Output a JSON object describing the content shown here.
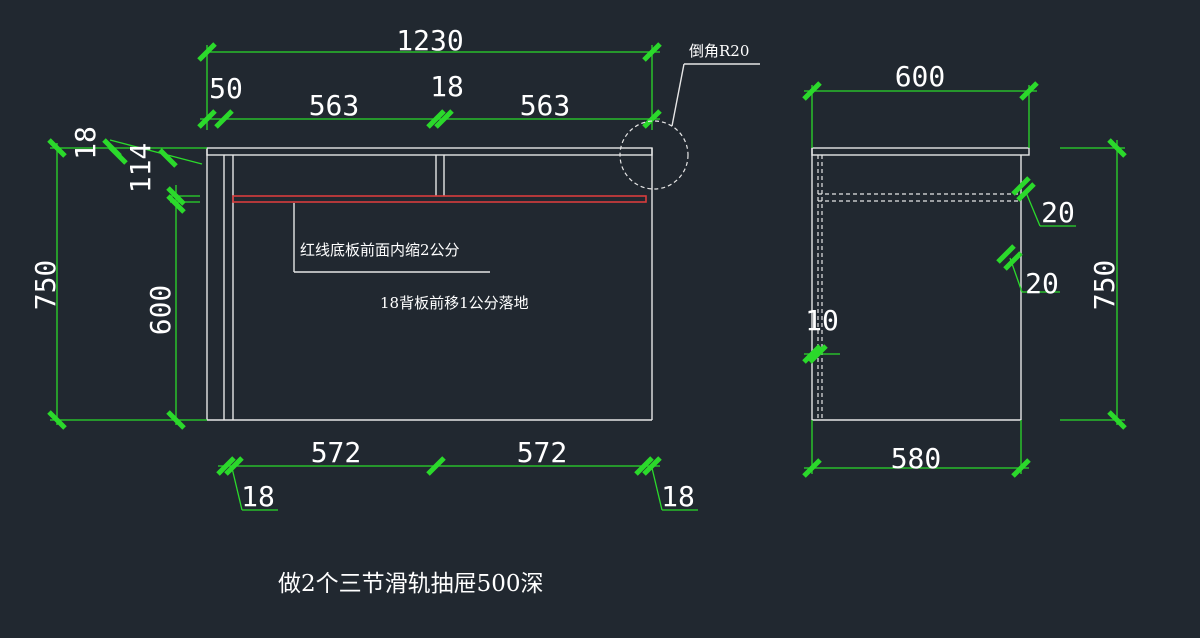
{
  "front_view": {
    "total_width": "1230",
    "left_offset": "50",
    "span_left": "563",
    "divider": "18",
    "span_right": "563",
    "corner_note": "倒角R20",
    "top_thickness": "18",
    "top_gap": "114",
    "total_height": "750",
    "inner_height": "600",
    "note_red_line": "红线底板前面内缩2公分",
    "note_back_panel": "18背板前移1公分落地",
    "bottom_left": "572",
    "bottom_right": "572",
    "left_panel": "18",
    "right_panel": "18"
  },
  "side_view": {
    "top_width": "600",
    "bottom_width": "580",
    "height": "750",
    "drawer_gap_1": "20",
    "drawer_gap_2": "20",
    "back_gap": "10"
  },
  "caption": "做2个三节滑轨抽屉500深",
  "colors": {
    "background": "#212830",
    "dimension": "#2bd92b",
    "outline": "#e6e6e6",
    "red_line": "#d83c3c"
  }
}
